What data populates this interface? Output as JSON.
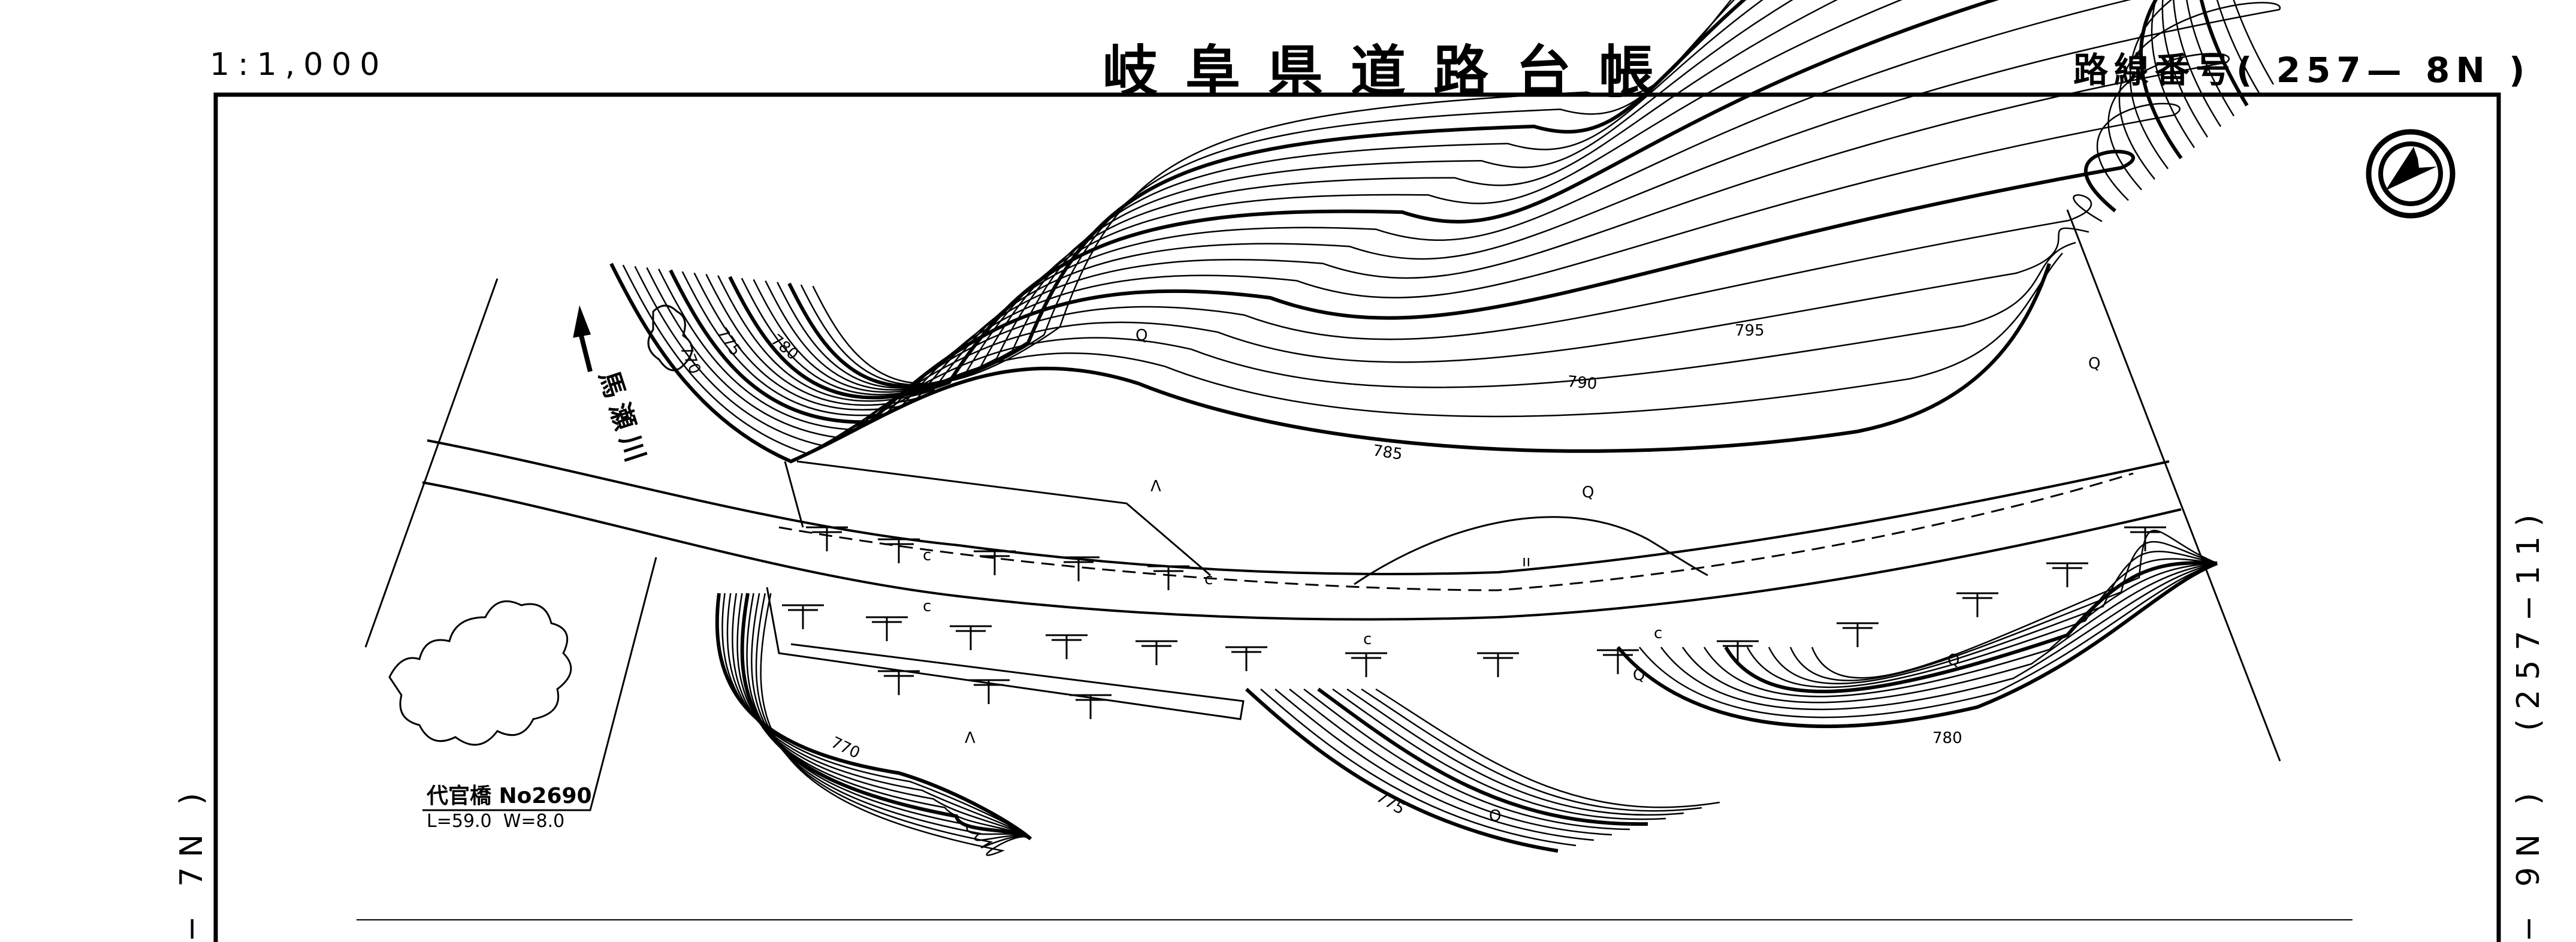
{
  "header": {
    "scale": "1:1,000",
    "title": "岐阜県道路台帳",
    "route_number": "路線番号( 257— 8N )"
  },
  "side_refs": {
    "right_adjacent": "(257−11)",
    "next_sheet": "− 9N )",
    "prev_sheet": "− 7N )"
  },
  "map": {
    "river_name": "馬瀬川",
    "bridge": {
      "name": "代官橋 No2690",
      "dimensions": "L=59.0  W=8.0"
    },
    "contour_labels": [
      "770",
      "775",
      "780",
      "785",
      "790",
      "795",
      "770",
      "775",
      "780"
    ],
    "symbols": {
      "wasteland": "Λ",
      "field": "Q",
      "concrete": "c",
      "grass": "ıı"
    }
  }
}
